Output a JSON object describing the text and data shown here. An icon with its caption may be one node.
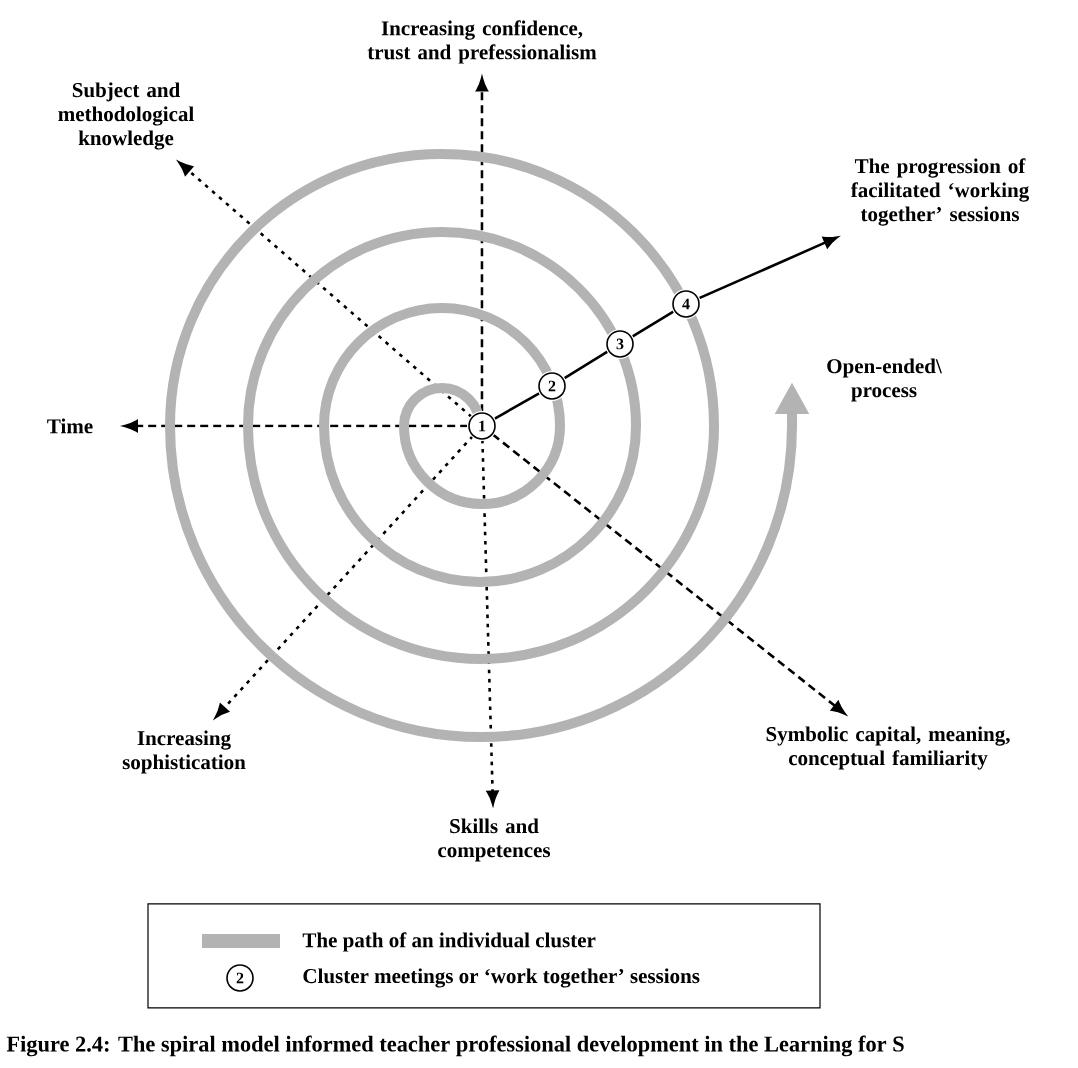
{
  "diagram": {
    "caption": "Figure 2.4: The spiral model informed teacher professional development in the Learning for S",
    "nodes": [
      {
        "text": [
          "1"
        ]
      },
      {
        "text": [
          "2"
        ]
      },
      {
        "text": [
          "3"
        ]
      },
      {
        "text": [
          "4"
        ]
      },
      {
        "text": [
          "Increasing confidence, trust and prefessionalism"
        ]
      },
      {
        "text": [
          "Subject and methodological knowledge"
        ]
      },
      {
        "text": [
          "The progression of facilitated ‘working together’ sessions"
        ]
      },
      {
        "text": [
          "Time"
        ]
      },
      {
        "text": [
          "Increasing sophistication"
        ]
      },
      {
        "text": [
          "Skills and competences"
        ]
      },
      {
        "text": [
          "Symbolic capital, meaning, conceptual familiarity"
        ]
      },
      {
        "text": [
          "Open-ended\\ process"
        ]
      }
    ],
    "edges": [
      {
        "from": 0,
        "to": 4,
        "arrow": "to",
        "style": "dashed"
      },
      {
        "from": 0,
        "to": 5,
        "arrow": "to",
        "style": "dashed"
      },
      {
        "from": 0,
        "to": 1,
        "arrow": "none"
      },
      {
        "from": 1,
        "to": 2,
        "arrow": "none"
      },
      {
        "from": 2,
        "to": 3,
        "arrow": "none"
      },
      {
        "from": 3,
        "to": 6,
        "arrow": "to"
      },
      {
        "from": 0,
        "to": 7,
        "arrow": "to",
        "style": "dashed"
      },
      {
        "from": 0,
        "to": 8,
        "arrow": "to",
        "style": "dashed"
      },
      {
        "from": 0,
        "to": 9,
        "arrow": "to",
        "style": "dashed"
      },
      {
        "from": 0,
        "to": 10,
        "arrow": "to",
        "style": "dashed"
      },
      {
        "from": 0,
        "to": 11,
        "arrow": "to",
        "style": "thick",
        "color": "#b3b3b3"
      }
    ],
    "labels": [
      "2"
    ],
    "legend": [
      {
        "text": "The path of an individual cluster",
        "color": "#b3b3b3"
      },
      {
        "text": "Cluster meetings or ‘work together’ sessions"
      }
    ]
  }
}
